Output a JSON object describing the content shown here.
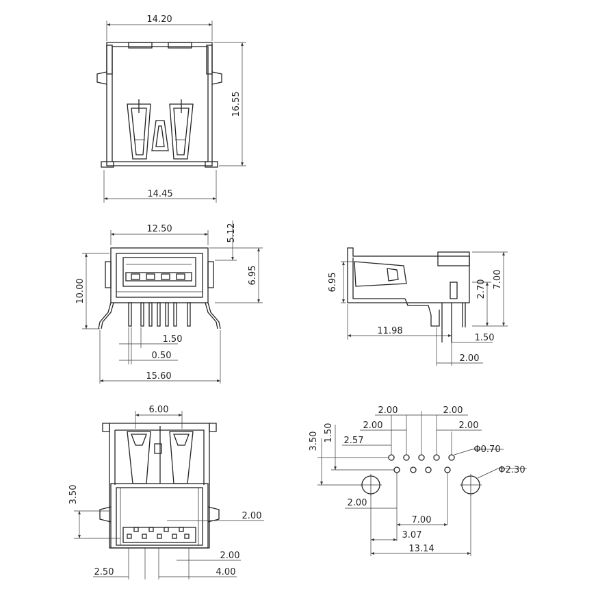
{
  "colors": {
    "line": "#222222",
    "background": "#ffffff"
  },
  "top_view": {
    "width_top": "14.20",
    "width_bottom": "14.45",
    "height": "16.55"
  },
  "front_view": {
    "opening_width": "12.50",
    "overall_height": "10.00",
    "opening_offset": "5.12",
    "opening_height": "6.95",
    "pin_pitch": "1.50",
    "pin_width": "0.50",
    "overall_width": "15.60"
  },
  "side_view": {
    "height_left": "6.95",
    "height_right": "7.00",
    "tab_height": "2.70",
    "body_length": "11.98",
    "pin_offset": "1.50",
    "pin_pitch": "2.00"
  },
  "bottom_view": {
    "contact_spacing": "6.00",
    "tab_height": "3.50",
    "dim_right_top": "2.00",
    "dim_right_bottom": "2.00",
    "dim_left": "2.50",
    "dim_right": "4.00"
  },
  "pcb_layout": {
    "pitch_1": "2.00",
    "pitch_2": "2.00",
    "pitch_3": "2.00",
    "pitch_4": "2.00",
    "row_offset_v1": "3.50",
    "row_offset_v2": "1.50",
    "offset_257": "2.57",
    "pin_hole": "Φ0.70",
    "mount_hole": "Φ2.30",
    "hole_offset": "2.00",
    "row_span": "7.00",
    "offset_307": "3.07",
    "mount_span": "13.14"
  }
}
